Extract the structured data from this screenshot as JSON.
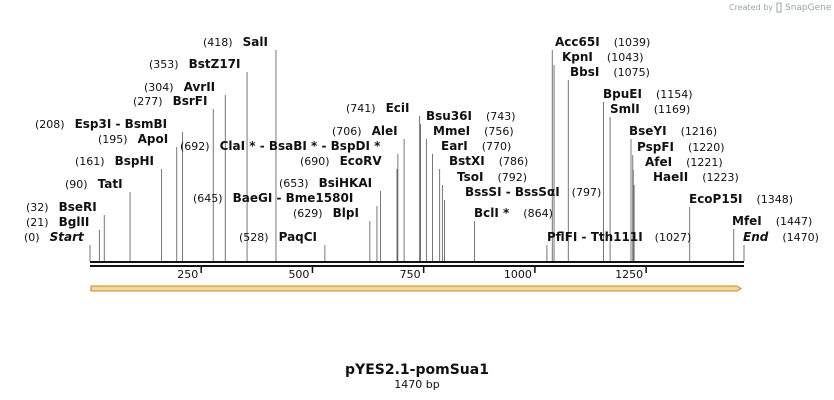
{
  "credit": {
    "created_by": "Created by",
    "brand": "SnapGene"
  },
  "plasmid": {
    "name": "pYES2.1-pomSua1",
    "size_label": "1470 bp",
    "length": 1470
  },
  "axis": {
    "ticks": [
      250,
      500,
      750,
      1000,
      1250
    ]
  },
  "colors": {
    "backbone": "#111111",
    "feature_fill": "#f3d7a0",
    "feature_edge": "#c98a1e"
  },
  "sites": [
    {
      "name": "Start",
      "pos": 0,
      "italic": true
    },
    {
      "name": "BglII",
      "pos": 21
    },
    {
      "name": "BseRI",
      "pos": 32
    },
    {
      "name": "TatI",
      "pos": 90
    },
    {
      "name": "BspHI",
      "pos": 161
    },
    {
      "name": "ApoI",
      "pos": 195
    },
    {
      "name": "Esp3I - BsmBI",
      "pos": 208
    },
    {
      "name": "BsrFI",
      "pos": 277
    },
    {
      "name": "AvrII",
      "pos": 304
    },
    {
      "name": "BstZ17I",
      "pos": 353
    },
    {
      "name": "SalI",
      "pos": 418
    },
    {
      "name": "PaqCI",
      "pos": 528
    },
    {
      "name": "BlpI",
      "pos": 629
    },
    {
      "name": "BaeGI - Bme1580I",
      "pos": 645
    },
    {
      "name": "BsiHKAI",
      "pos": 653
    },
    {
      "name": "EcoRV",
      "pos": 690
    },
    {
      "name": "ClaI * - BsaBI * - BspDI *",
      "pos": 692
    },
    {
      "name": "AleI",
      "pos": 706
    },
    {
      "name": "EciI",
      "pos": 741
    },
    {
      "name": "Bsu36I",
      "pos": 743
    },
    {
      "name": "MmeI",
      "pos": 756
    },
    {
      "name": "EarI",
      "pos": 770
    },
    {
      "name": "BstXI",
      "pos": 786
    },
    {
      "name": "TsoI",
      "pos": 792
    },
    {
      "name": "BssSI - BssSαI",
      "pos": 797
    },
    {
      "name": "BclI *",
      "pos": 864
    },
    {
      "name": "PflFI - Tth111I",
      "pos": 1027
    },
    {
      "name": "Acc65I",
      "pos": 1039
    },
    {
      "name": "KpnI",
      "pos": 1043
    },
    {
      "name": "BbsI",
      "pos": 1075
    },
    {
      "name": "BpuEI",
      "pos": 1154
    },
    {
      "name": "SmlI",
      "pos": 1169
    },
    {
      "name": "BseYI",
      "pos": 1216
    },
    {
      "name": "PspFI",
      "pos": 1220
    },
    {
      "name": "AfeI",
      "pos": 1221
    },
    {
      "name": "HaeII",
      "pos": 1223
    },
    {
      "name": "EcoP15I",
      "pos": 1348
    },
    {
      "name": "MfeI",
      "pos": 1447
    },
    {
      "name": "End",
      "pos": 1470,
      "italic": true
    }
  ]
}
